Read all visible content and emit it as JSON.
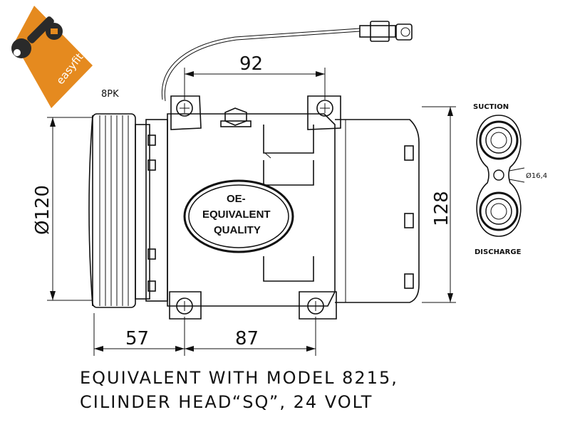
{
  "brand": {
    "logo_text": "easyfit",
    "accent_color": "#e58a1f"
  },
  "labels": {
    "belt": "8PK",
    "suction": "SUCTION",
    "discharge": "DISCHARGE",
    "port_diameter": "Ø16,4"
  },
  "dimensions": {
    "top_width": "92",
    "pulley_diameter": "Ø120",
    "height": "128",
    "bottom_left": "57",
    "bottom_right": "87"
  },
  "seal": {
    "line1": "OE-",
    "line2": "EQUIVALENT",
    "line3": "QUALITY"
  },
  "caption": {
    "line1": "EQUIVALENT WITH MODEL 8215,",
    "line2": "CILINDER HEAD“SQ”, 24 VOLT"
  }
}
